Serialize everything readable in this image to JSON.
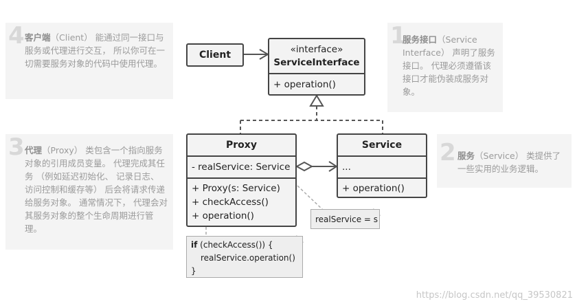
{
  "notes": {
    "n4": {
      "num": "4",
      "bold": "客户端",
      "rest": "（Client） 能通过同一接口与服务或代理进行交互， 所以你可在一切需要服务对象的代码中使用代理。"
    },
    "n1": {
      "num": "1",
      "bold": "服务接口",
      "rest": "（Service Interface） 声明了服务接口。 代理必须遵循该接口才能伪装成服务对象。"
    },
    "n3": {
      "num": "3",
      "bold": "代理",
      "rest": "（Proxy） 类包含一个指向服务对象的引用成员变量。 代理完成其任务 （例如延迟初始化、 记录日志、 访问控制和缓存等） 后会将请求传递给服务对象。 通常情况下， 代理会对其服务对象的整个生命周期进行管理。"
    },
    "n2": {
      "num": "2",
      "bold": "服务",
      "rest": "（Service） 类提供了一些实用的业务逻辑。"
    }
  },
  "client": {
    "label": "Client"
  },
  "service_interface": {
    "stereotype": "«interface»",
    "name": "ServiceInterface",
    "operation": "+ operation()"
  },
  "proxy": {
    "name": "Proxy",
    "field": "- realService: Service",
    "methods": [
      "+ Proxy(s: Service)",
      "+ checkAccess()",
      "+ operation()"
    ]
  },
  "service": {
    "name": "Service",
    "field": "...",
    "operation": "+ operation()"
  },
  "code_notes": {
    "assign": "realService = s",
    "op_if": "if",
    "op_line1": " (checkAccess()) {",
    "op_line2": "realService.operation()",
    "op_line3": "}"
  },
  "watermark": "https://blog.csdn.net/qq_39530821"
}
